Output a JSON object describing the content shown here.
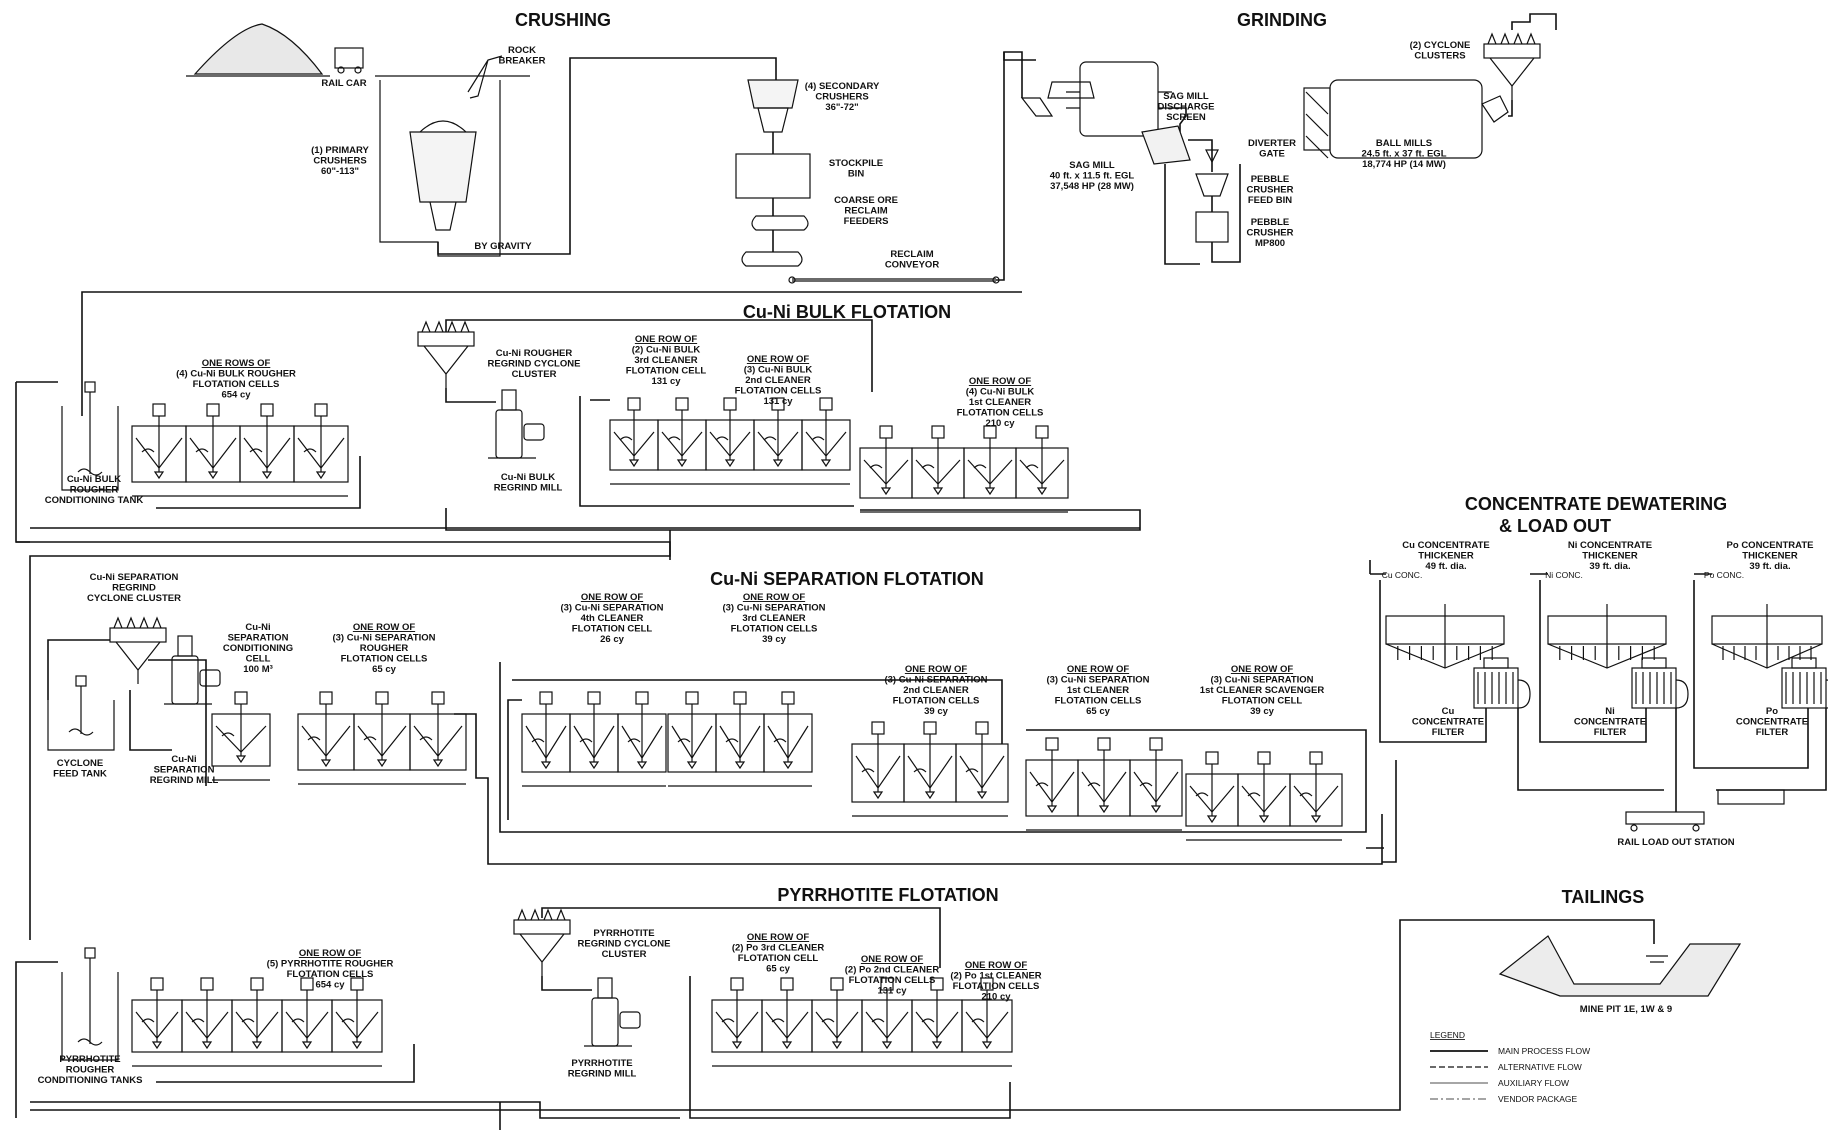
{
  "sections": {
    "crushing": "CRUSHING",
    "grinding": "GRINDING",
    "bulk_flotation": "Cu-Ni BULK FLOTATION",
    "separation_flotation": "Cu-Ni SEPARATION FLOTATION",
    "pyrrhotite_flotation": "PYRRHOTITE FLOTATION",
    "dewatering_line1": "CONCENTRATE DEWATERING",
    "dewatering_line2": "& LOAD OUT",
    "tailings": "TAILINGS"
  },
  "crushing": {
    "rail_car": "RAIL CAR",
    "rock_breaker": [
      "ROCK",
      "BREAKER"
    ],
    "primary_crushers": [
      "(1) PRIMARY",
      "CRUSHERS",
      "60\"-113\""
    ],
    "by_gravity": "BY GRAVITY",
    "secondary_crushers": [
      "(4) SECONDARY",
      "CRUSHERS",
      "36\"-72\""
    ],
    "stockpile_bin": [
      "STOCKPILE",
      "BIN"
    ],
    "coarse_ore_feeders": [
      "COARSE ORE",
      "RECLAIM",
      "FEEDERS"
    ],
    "reclaim_conveyor": [
      "RECLAIM",
      "CONVEYOR"
    ]
  },
  "grinding": {
    "sag_mill": [
      "SAG MILL",
      "40 ft. x 11.5 ft. EGL",
      "37,548 HP (28 MW)"
    ],
    "sag_screen": [
      "SAG MILL",
      "DISCHARGE",
      "SCREEN"
    ],
    "diverter_gate": [
      "DIVERTER",
      "GATE"
    ],
    "pebble_bin": [
      "PEBBLE",
      "CRUSHER",
      "FEED BIN"
    ],
    "pebble_crusher": [
      "PEBBLE",
      "CRUSHER",
      "MP800"
    ],
    "cyclone_clusters": [
      "(2) CYCLONE",
      "CLUSTERS"
    ],
    "ball_mills": [
      "BALL MILLS",
      "24.5 ft. x 37 ft. EGL",
      "18,774 HP (14 MW)"
    ]
  },
  "bulk": {
    "rougher_rows": [
      "ONE ROWS OF",
      "(4) Cu-Ni BULK ROUGHER",
      "FLOTATION CELLS",
      "654 cy"
    ],
    "conditioning_tank": [
      "Cu-Ni BULK",
      "ROUGHER",
      "CONDITIONING TANK"
    ],
    "regrind_cyclone": [
      "Cu-Ni ROUGHER",
      "REGRIND CYCLONE",
      "CLUSTER"
    ],
    "regrind_mill": [
      "Cu-Ni BULK",
      "REGRIND MILL"
    ],
    "third_cleaner": [
      "ONE ROW OF",
      "(2) Cu-Ni BULK",
      "3rd CLEANER",
      "FLOTATION CELL",
      "131 cy"
    ],
    "second_cleaner": [
      "ONE ROW OF",
      "(3) Cu-Ni BULK",
      "2nd CLEANER",
      "FLOTATION CELLS",
      "131 cy"
    ],
    "first_cleaner": [
      "ONE ROW OF",
      "(4) Cu-Ni BULK",
      "1st CLEANER",
      "FLOTATION CELLS",
      "210 cy"
    ]
  },
  "separation": {
    "regrind_cyclone": [
      "Cu-Ni SEPARATION",
      "REGRIND",
      "CYCLONE CLUSTER"
    ],
    "cyclone_feed_tank": [
      "CYCLONE",
      "FEED TANK"
    ],
    "regrind_mill": [
      "Cu-Ni",
      "SEPARATION",
      "REGRIND MILL"
    ],
    "conditioning_cell": [
      "Cu-Ni",
      "SEPARATION",
      "CONDITIONING",
      "CELL",
      "100 M³"
    ],
    "rougher": [
      "ONE ROW OF",
      "(3) Cu-Ni SEPARATION",
      "ROUGHER",
      "FLOTATION CELLS",
      "65 cy"
    ],
    "fourth_cleaner": [
      "ONE ROW OF",
      "(3) Cu-Ni SEPARATION",
      "4th CLEANER",
      "FLOTATION CELL",
      "26 cy"
    ],
    "third_cleaner": [
      "ONE ROW OF",
      "(3) Cu-Ni SEPARATION",
      "3rd CLEANER",
      "FLOTATION CELLS",
      "39 cy"
    ],
    "second_cleaner": [
      "ONE ROW OF",
      "(3) Cu-Ni SEPARATION",
      "2nd CLEANER",
      "FLOTATION CELLS",
      "39 cy"
    ],
    "first_cleaner": [
      "ONE ROW OF",
      "(3) Cu-Ni SEPARATION",
      "1st CLEANER",
      "FLOTATION CELLS",
      "65 cy"
    ],
    "cleaner_scavenger": [
      "ONE ROW OF",
      "(3) Cu-Ni SEPARATION",
      "1st CLEANER SCAVENGER",
      "FLOTATION CELL",
      "39 cy"
    ]
  },
  "pyrrhotite": {
    "conditioning_tanks": [
      "PYRRHOTITE",
      "ROUGHER",
      "CONDITIONING TANKS"
    ],
    "rougher": [
      "ONE ROW OF",
      "(5) PYRRHOTITE ROUGHER",
      "FLOTATION CELLS",
      "654 cy"
    ],
    "regrind_cyclone": [
      "PYRRHOTITE",
      "REGRIND CYCLONE",
      "CLUSTER"
    ],
    "regrind_mill": [
      "PYRRHOTITE",
      "REGRIND MILL"
    ],
    "third_cleaner": [
      "ONE ROW OF",
      "(2) Po 3rd CLEANER",
      "FLOTATION CELL",
      "65 cy"
    ],
    "second_cleaner": [
      "ONE ROW OF",
      "(2) Po 2nd CLEANER",
      "FLOTATION CELLS",
      "131 cy"
    ],
    "first_cleaner": [
      "ONE ROW OF",
      "(2) Po 1st CLEANER",
      "FLOTATION CELLS",
      "210 cy"
    ]
  },
  "dewatering": {
    "cu_thickener": [
      "Cu CONCENTRATE",
      "THICKENER",
      "49 ft. dia."
    ],
    "ni_thickener": [
      "Ni CONCENTRATE",
      "THICKENER",
      "39 ft. dia."
    ],
    "po_thickener": [
      "Po CONCENTRATE",
      "THICKENER",
      "39 ft. dia."
    ],
    "cu_conc": "Cu CONC.",
    "ni_conc": "Ni CONC.",
    "po_conc": "Po CONC.",
    "cu_filter": [
      "Cu",
      "CONCENTRATE",
      "FILTER"
    ],
    "ni_filter": [
      "Ni",
      "CONCENTRATE",
      "FILTER"
    ],
    "po_filter": [
      "Po",
      "CONCENTRATE",
      "FILTER"
    ],
    "rail_station": "RAIL LOAD OUT STATION"
  },
  "tailings": {
    "mine_pit": "MINE PIT 1E, 1W & 9"
  },
  "legend": {
    "title": "LEGEND",
    "items": [
      {
        "label": "MAIN PROCESS FLOW",
        "style": "solid-heavy"
      },
      {
        "label": "ALTERNATIVE FLOW",
        "style": "dashed"
      },
      {
        "label": "AUXILIARY FLOW",
        "style": "solid-thin"
      },
      {
        "label": "VENDOR PACKAGE",
        "style": "dash-dot"
      }
    ]
  }
}
